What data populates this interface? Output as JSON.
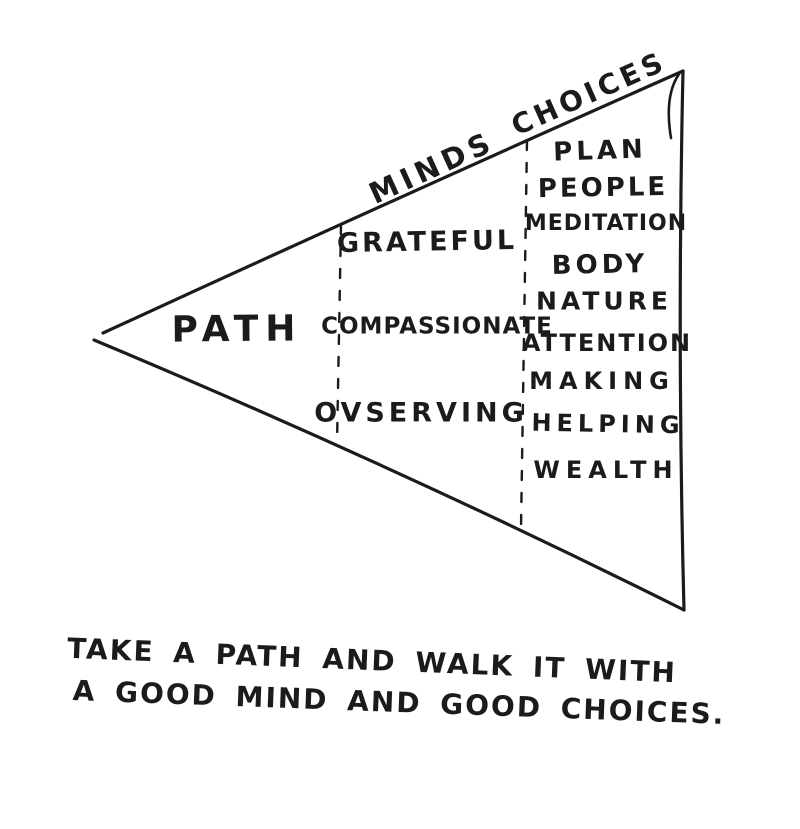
{
  "colors": {
    "ink": "#1b1b1b",
    "background": "#ffffff"
  },
  "diagram": {
    "type": "hand-drawn-triangle-diagram",
    "sections": [
      {
        "name": "path",
        "label": "PATH",
        "items": []
      },
      {
        "name": "minds",
        "label": "MINDS",
        "items": [
          "GRATEFUL",
          "COMPASSIONATE",
          "OVSERVING"
        ]
      },
      {
        "name": "choices",
        "label": "CHOICES",
        "items": [
          "PLAN",
          "PEOPLE",
          "MEDITATION",
          "BODY",
          "NATURE",
          "ATTENTION",
          "MAKING",
          "HELPING",
          "WEALTH"
        ]
      }
    ]
  },
  "caption": {
    "line1": "TAKE A PATH AND WALK IT WITH",
    "line2": "A GOOD MIND AND GOOD CHOICES."
  }
}
